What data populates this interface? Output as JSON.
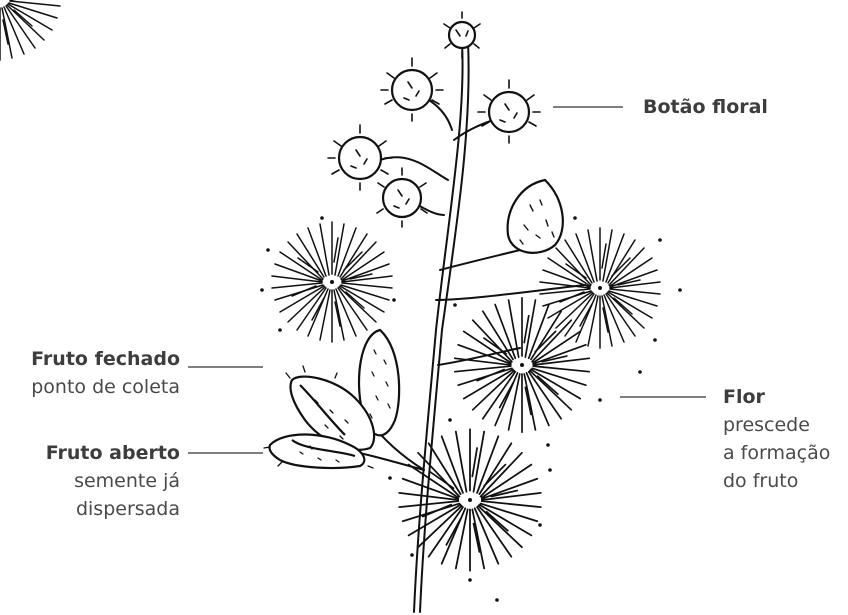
{
  "labels": {
    "botao_floral": {
      "title": "Botão floral"
    },
    "fruto_fechado": {
      "title": "Fruto fechado",
      "note": "ponto de coleta"
    },
    "fruto_aberto": {
      "title": "Fruto aberto",
      "note_line1": "semente já",
      "note_line2": "dispersada"
    },
    "flor": {
      "title": "Flor",
      "note_line1": "prescede",
      "note_line2": "a formação",
      "note_line3": "do fruto"
    }
  },
  "colors": {
    "ink": "#111111",
    "leader": "#555555",
    "text": "#4a4a4a"
  }
}
